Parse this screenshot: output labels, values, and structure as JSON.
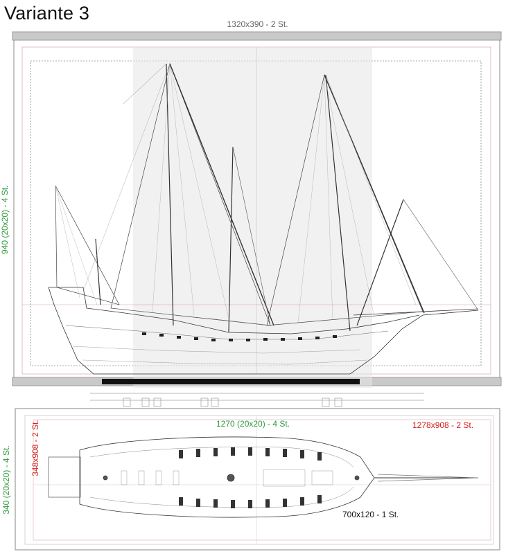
{
  "title": "Variante 3",
  "elevation": {
    "top_dimension": "1320x390 - 2 St.",
    "left_dimension": "940 (20x20) - 4 St."
  },
  "plan": {
    "length_dimension": "1270 (20x20) - 4 St.",
    "outer_dimension": "1278x908 - 2 St.",
    "side_dimension_red": "348x908 - 2 St.",
    "side_dimension_green": "340 (20x20) - 4 St.",
    "base_dimension": "700x120 - 1 St."
  },
  "colors": {
    "green": "#2d9a3c",
    "red": "#d42020",
    "frame_gray": "#9a9a9a"
  }
}
